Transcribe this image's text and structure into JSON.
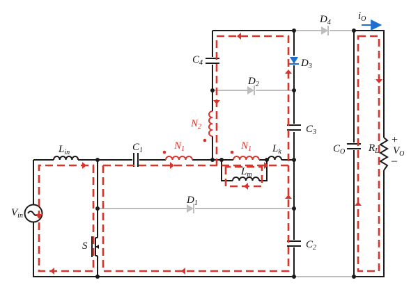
{
  "colors": {
    "wire": "#1a1a1a",
    "inactive": "#bdbdbd",
    "current_path": "#d9342b",
    "coupled": "#d9342b",
    "accent": "#1f6fd1"
  },
  "labels": {
    "Lin": {
      "main": "L",
      "sub": "in"
    },
    "C1": {
      "main": "C",
      "sub": "1"
    },
    "N1a": {
      "main": "N",
      "sub": "1"
    },
    "N1b": {
      "main": "N",
      "sub": "1"
    },
    "Lk": {
      "main": "L",
      "sub": "k"
    },
    "Lm": {
      "main": "L",
      "sub": "m"
    },
    "N2": {
      "main": "N",
      "sub": "2"
    },
    "C4": {
      "main": "C",
      "sub": "4"
    },
    "C3": {
      "main": "C",
      "sub": "3"
    },
    "C2": {
      "main": "C",
      "sub": "2"
    },
    "D1": {
      "main": "D",
      "sub": "1"
    },
    "D2": {
      "main": "D",
      "sub": "2"
    },
    "D3": {
      "main": "D",
      "sub": "3"
    },
    "D4": {
      "main": "D",
      "sub": "4"
    },
    "CO": {
      "main": "C",
      "sub": "O"
    },
    "RL": {
      "main": "R",
      "sub": "L"
    },
    "VO": {
      "main": "V",
      "sub": "O"
    },
    "Vin": {
      "main": "V",
      "sub": "in"
    },
    "S": {
      "main": "S",
      "sub": ""
    },
    "io": {
      "main": "i",
      "sub": "O"
    }
  },
  "output_polarity": {
    "plus": "+",
    "minus": "–"
  }
}
